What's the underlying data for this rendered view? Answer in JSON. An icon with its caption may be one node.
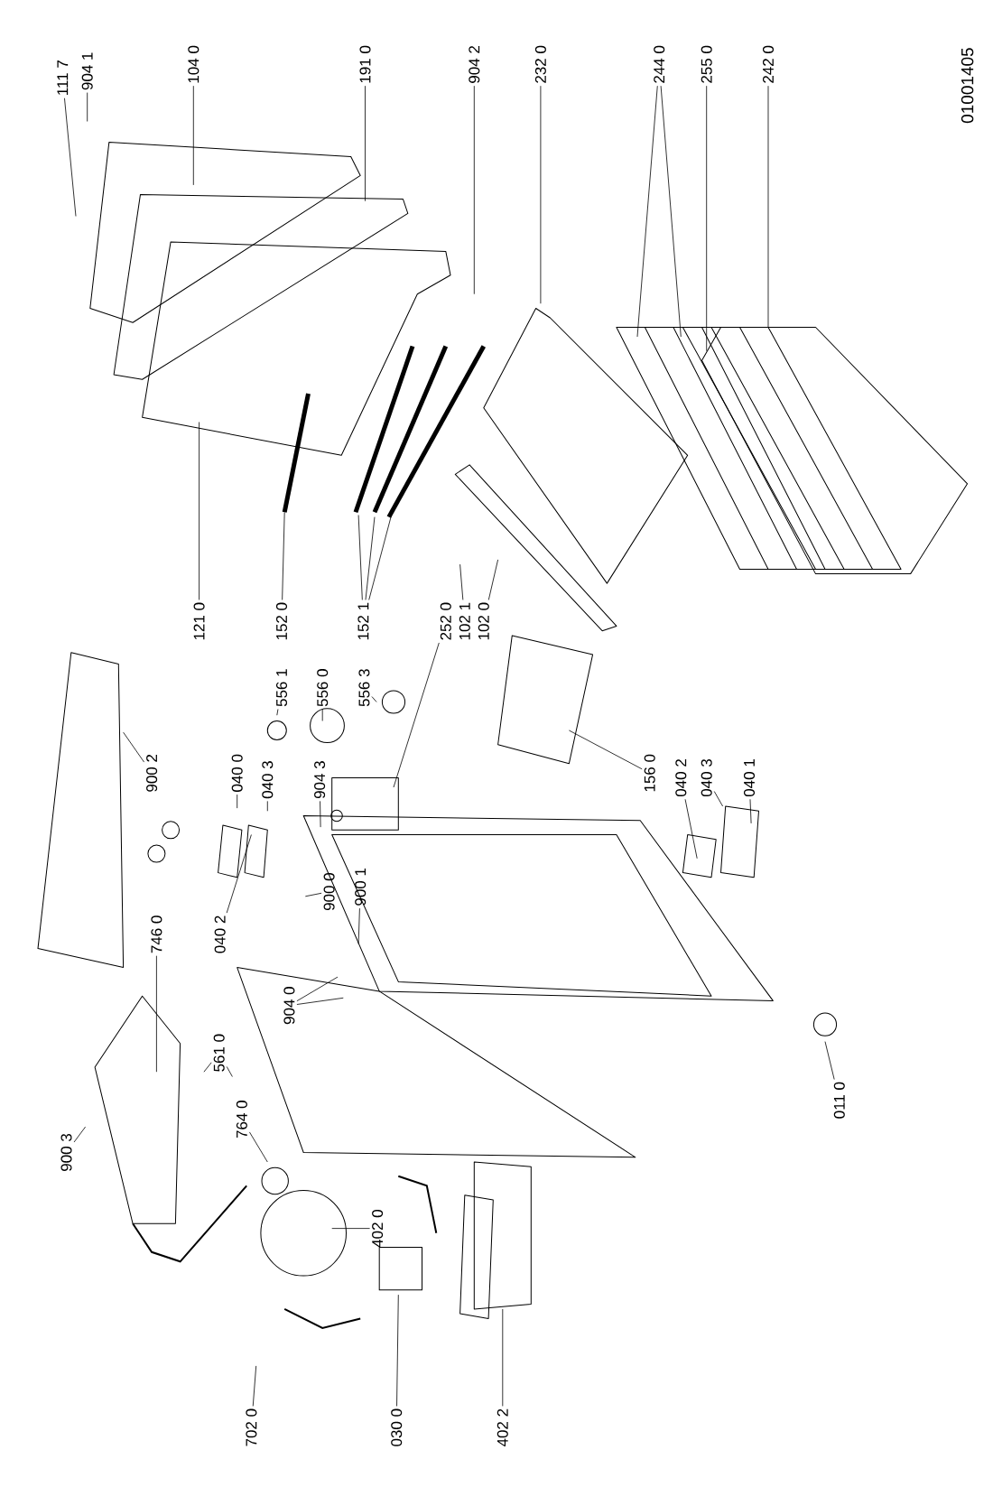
{
  "diagram": {
    "nodes": [
      {
        "text": [
          "111 7"
        ]
      },
      {
        "text": [
          "904 1"
        ]
      },
      {
        "text": [
          "104 0"
        ]
      },
      {
        "text": [
          "191 0"
        ]
      },
      {
        "text": [
          "904 2"
        ]
      },
      {
        "text": [
          "232 0"
        ]
      },
      {
        "text": [
          "244 0"
        ]
      },
      {
        "text": [
          "255 0"
        ]
      },
      {
        "text": [
          "242 0"
        ]
      },
      {
        "text": [
          "121 0"
        ]
      },
      {
        "text": [
          "152 0"
        ]
      },
      {
        "text": [
          "152 1"
        ]
      },
      {
        "text": [
          "252 0"
        ]
      },
      {
        "text": [
          "102 1"
        ]
      },
      {
        "text": [
          "102 0"
        ]
      },
      {
        "text": [
          "556 1"
        ]
      },
      {
        "text": [
          "556 0"
        ]
      },
      {
        "text": [
          "556 3"
        ]
      },
      {
        "text": [
          "900 2"
        ]
      },
      {
        "text": [
          "040 0"
        ]
      },
      {
        "text": [
          "040 3"
        ]
      },
      {
        "text": [
          "904 3"
        ]
      },
      {
        "text": [
          "156 0"
        ]
      },
      {
        "text": [
          "040 2"
        ]
      },
      {
        "text": [
          "040 3"
        ]
      },
      {
        "text": [
          "040 1"
        ]
      },
      {
        "text": [
          "746 0"
        ]
      },
      {
        "text": [
          "040 2"
        ]
      },
      {
        "text": [
          "900 0"
        ]
      },
      {
        "text": [
          "900 1"
        ]
      },
      {
        "text": [
          "904 0"
        ]
      },
      {
        "text": [
          "561 0"
        ]
      },
      {
        "text": [
          "900 3"
        ]
      },
      {
        "text": [
          "764 0"
        ]
      },
      {
        "text": [
          "011 0"
        ]
      },
      {
        "text": [
          "402 0"
        ]
      },
      {
        "text": [
          "702 0"
        ]
      },
      {
        "text": [
          "030 0"
        ]
      },
      {
        "text": [
          "402 2"
        ]
      }
    ],
    "edges": [
      {
        "from": 0,
        "to": null,
        "arrow": "none"
      },
      {
        "from": 1,
        "to": null,
        "arrow": "none"
      },
      {
        "from": 2,
        "to": null,
        "arrow": "none"
      },
      {
        "from": 3,
        "to": null,
        "arrow": "none"
      },
      {
        "from": 4,
        "to": null,
        "arrow": "none"
      },
      {
        "from": 5,
        "to": null,
        "arrow": "none"
      },
      {
        "from": 6,
        "to": null,
        "arrow": "none"
      },
      {
        "from": 6,
        "to": null,
        "arrow": "none"
      },
      {
        "from": 7,
        "to": null,
        "arrow": "none"
      },
      {
        "from": 8,
        "to": null,
        "arrow": "none"
      },
      {
        "from": 9,
        "to": null,
        "arrow": "none"
      },
      {
        "from": 10,
        "to": null,
        "arrow": "none"
      },
      {
        "from": 11,
        "to": null,
        "arrow": "none"
      },
      {
        "from": 11,
        "to": null,
        "arrow": "none"
      },
      {
        "from": 11,
        "to": null,
        "arrow": "none"
      },
      {
        "from": 12,
        "to": null,
        "arrow": "none"
      },
      {
        "from": 13,
        "to": null,
        "arrow": "none"
      },
      {
        "from": 14,
        "to": null,
        "arrow": "none"
      },
      {
        "from": 15,
        "to": null,
        "arrow": "none"
      },
      {
        "from": 16,
        "to": null,
        "arrow": "none"
      },
      {
        "from": 17,
        "to": null,
        "arrow": "none"
      },
      {
        "from": 18,
        "to": null,
        "arrow": "none"
      },
      {
        "from": 19,
        "to": null,
        "arrow": "none"
      },
      {
        "from": 20,
        "to": null,
        "arrow": "none"
      },
      {
        "from": 21,
        "to": null,
        "arrow": "none"
      },
      {
        "from": 22,
        "to": null,
        "arrow": "none"
      },
      {
        "from": 23,
        "to": null,
        "arrow": "none"
      },
      {
        "from": 24,
        "to": null,
        "arrow": "none"
      },
      {
        "from": 25,
        "to": null,
        "arrow": "none"
      },
      {
        "from": 26,
        "to": null,
        "arrow": "none"
      },
      {
        "from": 27,
        "to": null,
        "arrow": "none"
      },
      {
        "from": 28,
        "to": null,
        "arrow": "none"
      },
      {
        "from": 29,
        "to": null,
        "arrow": "none"
      },
      {
        "from": 30,
        "to": null,
        "arrow": "none"
      },
      {
        "from": 30,
        "to": null,
        "arrow": "none"
      },
      {
        "from": 31,
        "to": null,
        "arrow": "none"
      },
      {
        "from": 31,
        "to": null,
        "arrow": "none"
      },
      {
        "from": 32,
        "to": null,
        "arrow": "none"
      },
      {
        "from": 33,
        "to": null,
        "arrow": "none"
      },
      {
        "from": 34,
        "to": null,
        "arrow": "none"
      },
      {
        "from": 35,
        "to": null,
        "arrow": "none"
      },
      {
        "from": 36,
        "to": null,
        "arrow": "none"
      },
      {
        "from": 37,
        "to": null,
        "arrow": "none"
      },
      {
        "from": 38,
        "to": null,
        "arrow": "none"
      }
    ],
    "labels": [
      "01001405"
    ]
  }
}
